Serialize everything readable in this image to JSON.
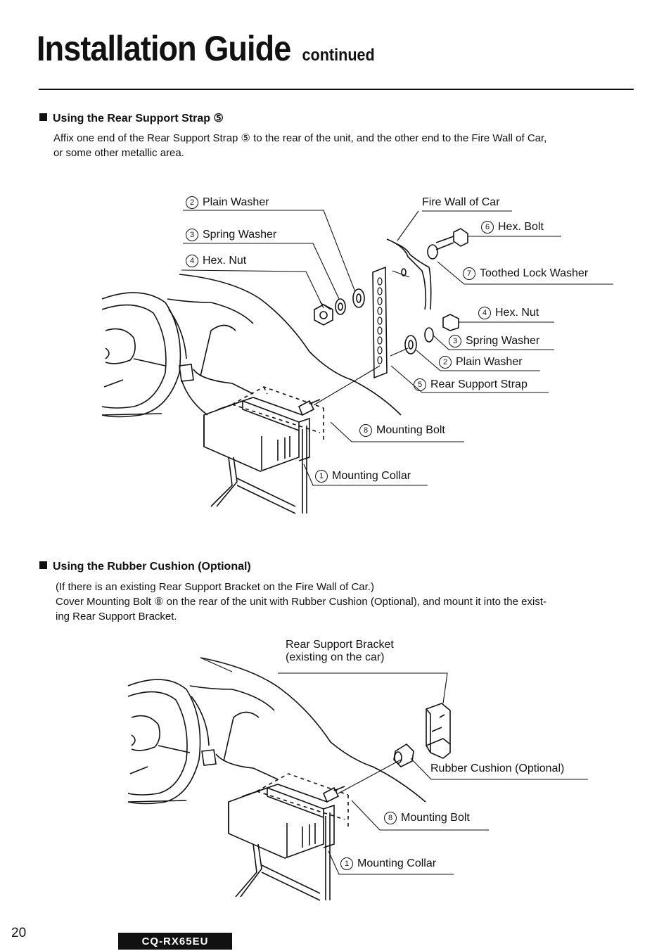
{
  "header": {
    "title": "Installation Guide",
    "subtitle": "continued"
  },
  "section1": {
    "heading": "Using the Rear Support Strap ⑤",
    "body_line1": "Affix one end of the Rear Support Strap ⑤ to the rear of the unit, and the other end to the Fire Wall of Car,",
    "body_line2": "or some other metallic area."
  },
  "figure1": {
    "labels": {
      "plain_washer_left": {
        "num": "2",
        "text": "Plain Washer"
      },
      "spring_washer_left": {
        "num": "3",
        "text": "Spring Washer"
      },
      "hex_nut_left": {
        "num": "4",
        "text": "Hex. Nut"
      },
      "fire_wall": {
        "text": "Fire Wall of Car"
      },
      "hex_bolt": {
        "num": "6",
        "text": "Hex. Bolt"
      },
      "toothed_lock_washer": {
        "num": "7",
        "text": "Toothed Lock Washer"
      },
      "hex_nut_right": {
        "num": "4",
        "text": "Hex. Nut"
      },
      "spring_washer_right": {
        "num": "3",
        "text": "Spring Washer"
      },
      "plain_washer_right": {
        "num": "2",
        "text": "Plain Washer"
      },
      "rear_support_strap": {
        "num": "5",
        "text": "Rear Support Strap"
      },
      "mounting_bolt": {
        "num": "8",
        "text": "Mounting Bolt"
      },
      "mounting_collar": {
        "num": "1",
        "text": "Mounting Collar"
      }
    }
  },
  "section2": {
    "heading": "Using the Rubber Cushion (Optional)",
    "body_line1": "(If there is an existing Rear Support Bracket on the Fire Wall of Car.)",
    "body_line2": "Cover Mounting Bolt ⑧ on the rear of the unit with Rubber Cushion (Optional), and mount it into the exist-",
    "body_line3": "ing Rear Support Bracket."
  },
  "figure2": {
    "labels": {
      "bracket_line1": {
        "text": "Rear Support Bracket"
      },
      "bracket_line2": {
        "text": "(existing on the car)"
      },
      "rubber_cushion": {
        "text": "Rubber Cushion (Optional)"
      },
      "mounting_bolt": {
        "num": "8",
        "text": "Mounting Bolt"
      },
      "mounting_collar": {
        "num": "1",
        "text": "Mounting Collar"
      }
    }
  },
  "footer": {
    "page_number": "20",
    "model": "CQ-RX65EU"
  }
}
